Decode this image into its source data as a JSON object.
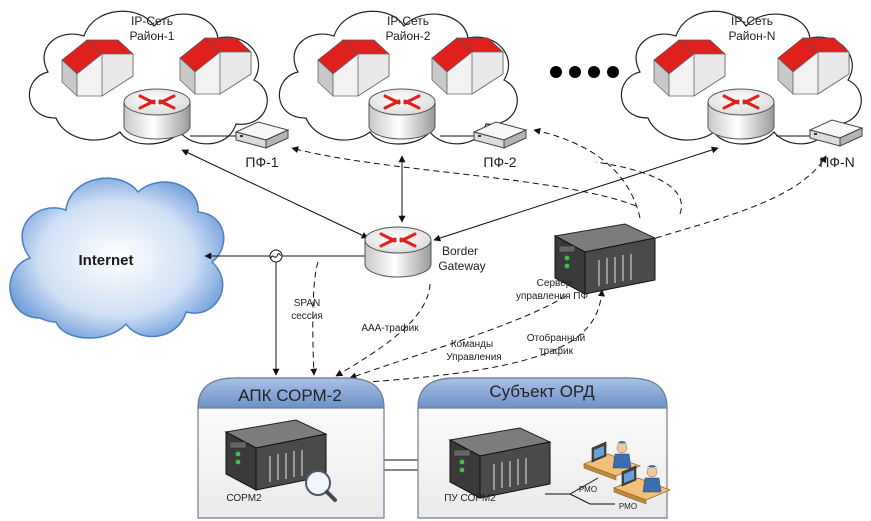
{
  "districts": [
    {
      "line1": "IP-Сеть",
      "line2": "Район-1",
      "pf": "ПФ-1"
    },
    {
      "line1": "IP-Сеть",
      "line2": "Район-2",
      "pf": "ПФ-2"
    },
    {
      "line1": "IP-Сеть",
      "line2": "Район-N",
      "pf": "ПФ-N"
    }
  ],
  "internet": "Internet",
  "border_gateway": {
    "line1": "Border",
    "line2": "Gateway"
  },
  "pf_server": {
    "line1": "Сервер",
    "line2": "управления ПФ"
  },
  "span": {
    "line1": "SPAN",
    "line2": "сессия"
  },
  "aaa": "ААА-трафик",
  "commands": {
    "line1": "Команды",
    "line2": "Управления"
  },
  "selected": {
    "line1": "Отобранный",
    "line2": "трафик"
  },
  "sorm_panel": {
    "title": "АПК СОРМ-2",
    "server": "СОРМ2"
  },
  "ord_panel": {
    "title": "Субъект ОРД",
    "server": "ПУ СОРМ2",
    "workstation": "РМО"
  },
  "colors": {
    "roof": "#e0201c",
    "router_arrow": "#e0201c",
    "panel_header": "#7d9fd0",
    "cloud_blue": "#6f9ed8"
  }
}
